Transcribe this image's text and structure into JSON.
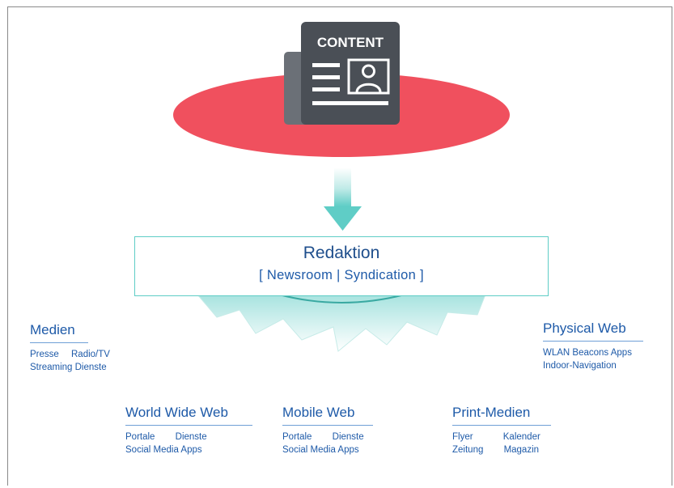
{
  "content_icon": {
    "label": "CONTENT",
    "icon": "newspaper-profile-icon"
  },
  "redaktion": {
    "title": "Redaktion",
    "subtitle": "[ Newsroom | Syndication ]"
  },
  "channels": {
    "medien": {
      "title": "Medien",
      "rows": [
        [
          "Presse",
          "Radio/TV"
        ],
        [
          "Streaming Dienste"
        ]
      ]
    },
    "physical_web": {
      "title": "Physical Web",
      "rows": [
        [
          "WLAN Beacons Apps"
        ],
        [
          "Indoor-Navigation"
        ]
      ]
    },
    "world_wide_web": {
      "title": "World Wide Web",
      "rows": [
        [
          "Portale",
          "Dienste"
        ],
        [
          "Social Media Apps"
        ]
      ]
    },
    "mobile_web": {
      "title": "Mobile Web",
      "rows": [
        [
          "Portale",
          "Dienste"
        ],
        [
          "Social Media Apps"
        ]
      ]
    },
    "print_medien": {
      "title": "Print-Medien",
      "rows": [
        [
          "Flyer",
          "Kalender"
        ],
        [
          "Zeitung",
          "Magazin"
        ]
      ]
    }
  },
  "colors": {
    "ellipse": "#f0505e",
    "icon_dark": "#4a4f56",
    "icon_back": "#6b7077",
    "teal": "#5fcdc6",
    "teal_light": "#c9eeec",
    "text_blue": "#1e5aa8"
  }
}
